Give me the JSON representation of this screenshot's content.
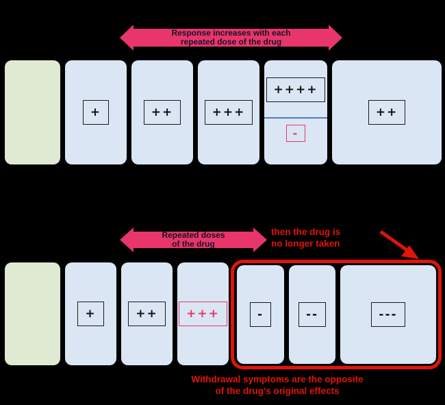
{
  "colors": {
    "background": "#000000",
    "card_blue": "#dae6f3",
    "card_green": "#e0e9d2",
    "arrow_pink": "#e8356b",
    "accent_red": "#e01408",
    "divider_blue": "#4a7ebb",
    "symbol_black": "#111111"
  },
  "top": {
    "arrow_label": {
      "line1": "Response increases with each",
      "line2": "repeated dose of the drug"
    },
    "cards": [
      {
        "kind": "baseline",
        "symbol": ""
      },
      {
        "symbol": "+"
      },
      {
        "symbol": "++"
      },
      {
        "symbol": "+++"
      },
      {
        "symbol": "++++",
        "secondary_symbol": "-"
      },
      {
        "symbol": "++"
      }
    ]
  },
  "bottom": {
    "arrow_label": {
      "line1": "Repeated doses",
      "line2": "of the drug"
    },
    "note": {
      "line1": "then the drug is",
      "line2": "no longer taken"
    },
    "cards": [
      {
        "kind": "baseline",
        "symbol": ""
      },
      {
        "symbol": "+"
      },
      {
        "symbol": "++"
      },
      {
        "symbol": "+++",
        "accent": "pink"
      }
    ],
    "withdrawal_cards": [
      {
        "symbol": "-"
      },
      {
        "symbol": "--"
      },
      {
        "symbol": "---"
      }
    ],
    "caption": {
      "line1": "Withdrawal symptoms are the opposite",
      "line2": "of the drug's original effects"
    }
  }
}
